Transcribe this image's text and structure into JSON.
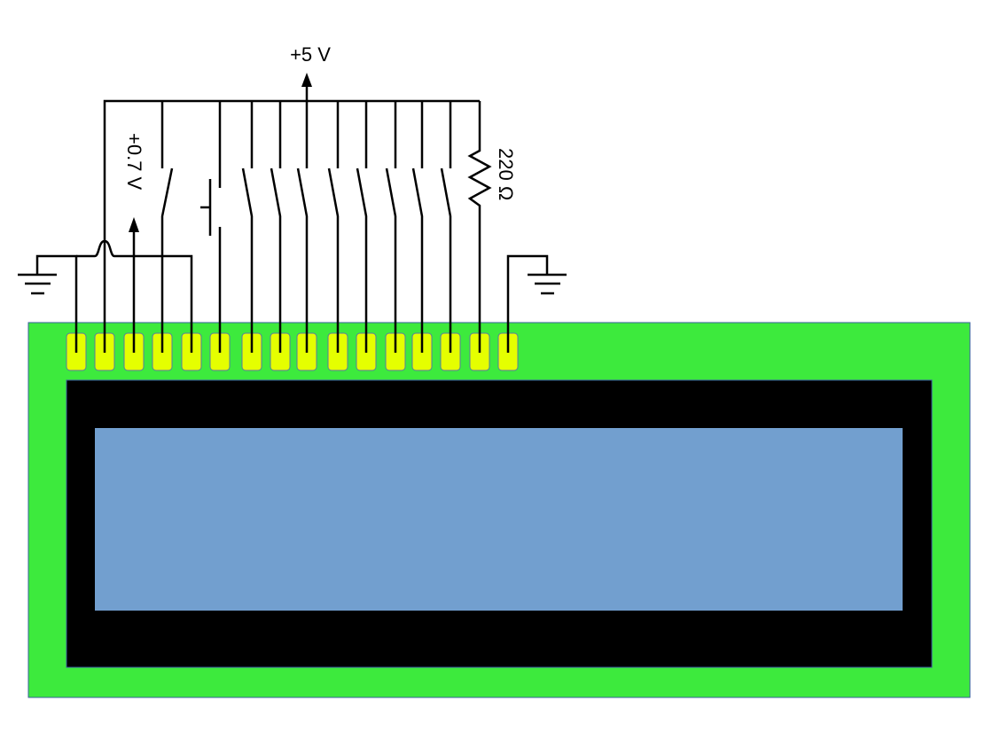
{
  "labels": {
    "supply": "+5 V",
    "contrast": "+0.7 V",
    "resistor": "220 Ω"
  },
  "colors": {
    "board": "#3dea3d",
    "pin": "#e5ff00",
    "bezel": "#000000",
    "screen": "#729fcf",
    "wire": "#000000"
  },
  "lcd": {
    "pin_count": 16
  }
}
